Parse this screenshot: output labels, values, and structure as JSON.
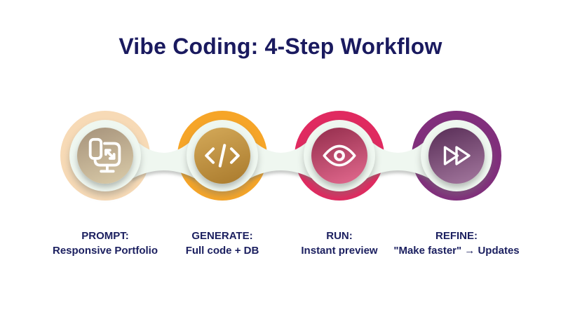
{
  "title": "Vibe Coding: 4-Step Workflow",
  "colors": {
    "background": "#FFFFFF",
    "title_text": "#1A1A5F",
    "label_text": "#1C2060",
    "link_band": "#EFF7F0",
    "icon_stroke": "#FFFFFF"
  },
  "steps": [
    {
      "name": "prompt",
      "icon": "responsive-devices-icon",
      "label_title": "PROMPT:",
      "label_detail": "Responsive Portfolio",
      "ring_color": "#F7DAB6",
      "core_gradient_start": "#A8957D",
      "core_gradient_end": "#D8C9A7"
    },
    {
      "name": "generate",
      "icon": "code-icon",
      "label_title": "GENERATE:",
      "label_detail": "Full code + DB",
      "ring_color": "#F6A528",
      "core_gradient_start": "#D2A757",
      "core_gradient_end": "#AB7C2E"
    },
    {
      "name": "run",
      "icon": "eye-icon",
      "label_title": "RUN:",
      "label_detail": "Instant preview",
      "ring_color": "#E02A60",
      "core_gradient_start": "#97304F",
      "core_gradient_end": "#E0678C"
    },
    {
      "name": "refine",
      "icon": "fast-forward-icon",
      "label_title": "REFINE:",
      "label_detail": "\"Make faster\" → Updates",
      "ring_color": "#812F7C",
      "core_gradient_start": "#5B3059",
      "core_gradient_end": "#A1759C"
    }
  ]
}
